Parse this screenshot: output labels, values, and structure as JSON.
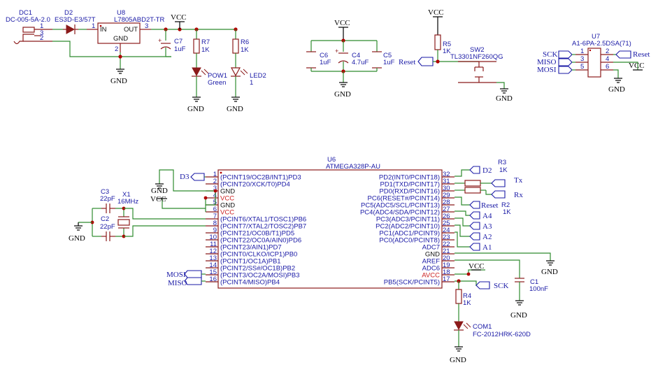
{
  "components": {
    "dc1": {
      "ref": "DC1",
      "value": "DC-005-5A-2.0",
      "pins": [
        "1",
        "3",
        "2"
      ]
    },
    "d2": {
      "ref": "D2",
      "value": "ES3D-E3/57T"
    },
    "u8": {
      "ref": "U8",
      "value": "L7805ABD2T-TR",
      "in": "IN",
      "out": "OUT",
      "gnd": "GND",
      "pin_in": "1",
      "pin_out": "3",
      "pin_gnd": "2"
    },
    "c7": {
      "ref": "C7",
      "value": "1uF"
    },
    "r7": {
      "ref": "R7",
      "value": "1K"
    },
    "r6": {
      "ref": "R6",
      "value": "1K"
    },
    "pow1": {
      "ref": "POW1",
      "value": "Green"
    },
    "led2": {
      "ref": "LED2",
      "value": "1"
    },
    "c6": {
      "ref": "C6",
      "value": "1uF"
    },
    "c4": {
      "ref": "C4",
      "value": "4.7uF"
    },
    "c5": {
      "ref": "C5",
      "value": "1uF"
    },
    "r5": {
      "ref": "R5",
      "value": "1K"
    },
    "sw2": {
      "ref": "SW2",
      "value": "TL3301NF260QG"
    },
    "u7": {
      "ref": "U7",
      "value": "A1-6PA-2.5DSA(71)",
      "pins": [
        "1",
        "2",
        "3",
        "4",
        "5",
        "6"
      ]
    },
    "u6": {
      "ref": "U6",
      "value": "ATMEGA328P-AU"
    },
    "c3": {
      "ref": "C3",
      "value": "22pF"
    },
    "x1": {
      "ref": "X1",
      "value": "16MHz"
    },
    "c2": {
      "ref": "C2",
      "value": "22pF"
    },
    "r3": {
      "ref": "R3",
      "value": "1K"
    },
    "r2": {
      "ref": "R2",
      "value": "1K"
    },
    "r4": {
      "ref": "R4",
      "value": "1K"
    },
    "c1": {
      "ref": "C1",
      "value": "100nF"
    },
    "com1": {
      "ref": "COM1",
      "value": "FC-2012HRK-620D"
    }
  },
  "power": {
    "vcc": "VCC",
    "gnd": "GND"
  },
  "net_labels": {
    "reset": "Reset",
    "sck": "SCK",
    "miso": "MISO",
    "mosi": "MOSI",
    "d2": "D2",
    "d3": "D3",
    "tx": "Tx",
    "rx": "Rx",
    "a1": "A1",
    "a2": "A2",
    "a3": "A3",
    "a4": "A4"
  },
  "u6_left_pins": [
    {
      "num": "1",
      "name": "(PCINT19/OC2B/INT1)PD3"
    },
    {
      "num": "2",
      "name": "(PCINT20/XCK/T0)PD4"
    },
    {
      "num": "3",
      "name": "GND"
    },
    {
      "num": "4",
      "name": "VCC"
    },
    {
      "num": "5",
      "name": "GND"
    },
    {
      "num": "6",
      "name": "VCC"
    },
    {
      "num": "7",
      "name": "(PCINT6/XTAL1/TOSC1)PB6"
    },
    {
      "num": "8",
      "name": "(PCINT7/XTAL2/TOSC2)PB7"
    },
    {
      "num": "9",
      "name": "(PCINT21/OC0B/T1)PD5"
    },
    {
      "num": "10",
      "name": "(PCINT22/OC0A/AIN0)PD6"
    },
    {
      "num": "11",
      "name": "(PCINT23/AIN1)PD7"
    },
    {
      "num": "12",
      "name": "(PCINT0/CLKO/ICP1)PB0"
    },
    {
      "num": "13",
      "name": "(PCINT1/OC1A)PB1"
    },
    {
      "num": "14",
      "name": "(PCINT2/SS#/OC1B)PB2"
    },
    {
      "num": "15",
      "name": "(PCINT3/OC2A/MOSI)PB3"
    },
    {
      "num": "16",
      "name": "(PCINT4/MISO)PB4"
    }
  ],
  "u6_right_pins": [
    {
      "num": "32",
      "name": "PD2(INT0/PCINT18)"
    },
    {
      "num": "31",
      "name": "PD1(TXD/PCINT17)"
    },
    {
      "num": "30",
      "name": "PD0(RXD/PCINT16)"
    },
    {
      "num": "29",
      "name": "PC6(RESET#/PCINT14)"
    },
    {
      "num": "28",
      "name": "PC5(ADC5/SCL/PCINT13)"
    },
    {
      "num": "27",
      "name": "PC4(ADC4/SDA/PCINT12)"
    },
    {
      "num": "26",
      "name": "PC3(ADC3/PCINT11)"
    },
    {
      "num": "25",
      "name": "PC2(ADC2/PCINT10)"
    },
    {
      "num": "24",
      "name": "PC1(ADC1/PCINT9)"
    },
    {
      "num": "23",
      "name": "PC0(ADC0/PCINT8)"
    },
    {
      "num": "22",
      "name": "ADC7"
    },
    {
      "num": "21",
      "name": "GND"
    },
    {
      "num": "20",
      "name": "AREF"
    },
    {
      "num": "19",
      "name": "ADC6"
    },
    {
      "num": "18",
      "name": "AVCC"
    },
    {
      "num": "17",
      "name": "PB5(SCK/PCINT5)"
    }
  ],
  "colors": {
    "wire": "#2e8b2e",
    "part": "#8b1a1a",
    "label": "#1a1aa6",
    "power_pin": "#cc2222",
    "junction": "#b00000"
  }
}
